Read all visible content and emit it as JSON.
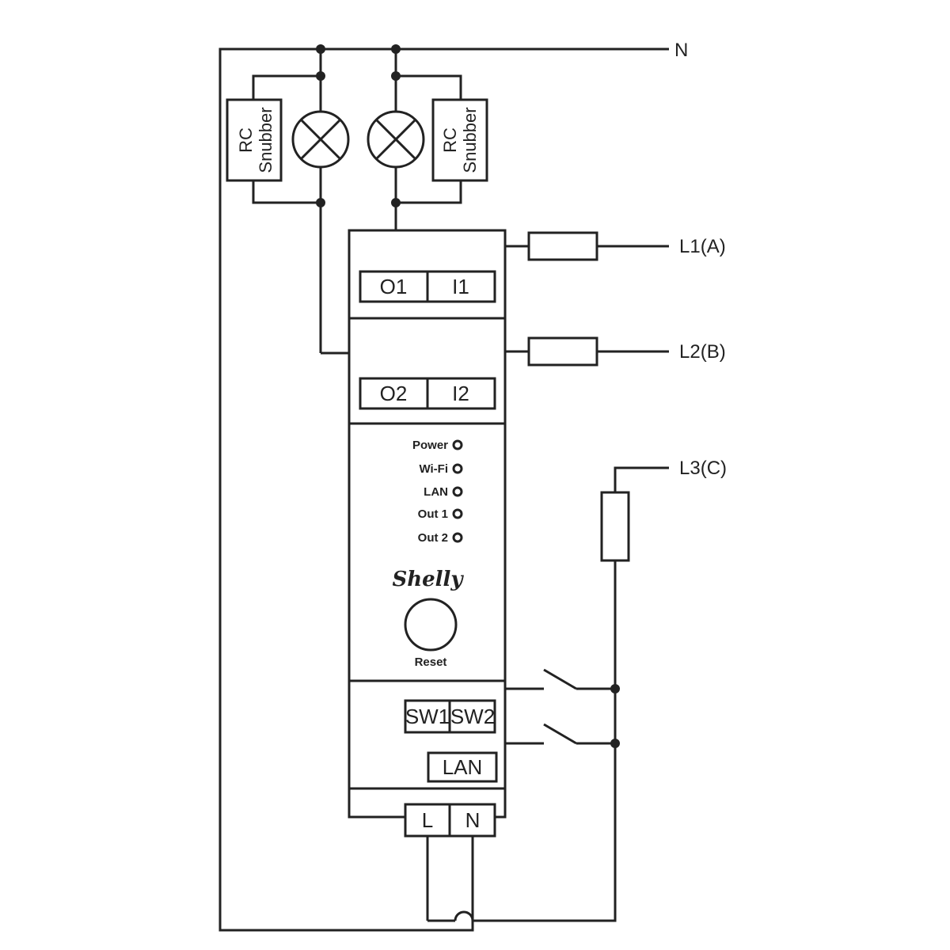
{
  "lines": {
    "neutral": "N",
    "l1": "L1(A)",
    "l2": "L2(B)",
    "l3": "L3(C)"
  },
  "snubbers": {
    "left": {
      "line1": "RC",
      "line2": "Snubber"
    },
    "right": {
      "line1": "RC",
      "line2": "Snubber"
    }
  },
  "device": {
    "terminals": {
      "o1": "O1",
      "i1": "I1",
      "o2": "O2",
      "i2": "I2",
      "sw1": "SW1",
      "sw2": "SW2",
      "lan": "LAN",
      "l": "L",
      "n": "N"
    },
    "leds": [
      "Power",
      "Wi-Fi",
      "LAN",
      "Out 1",
      "Out 2"
    ],
    "logo": "Shelly",
    "reset_label": "Reset"
  }
}
